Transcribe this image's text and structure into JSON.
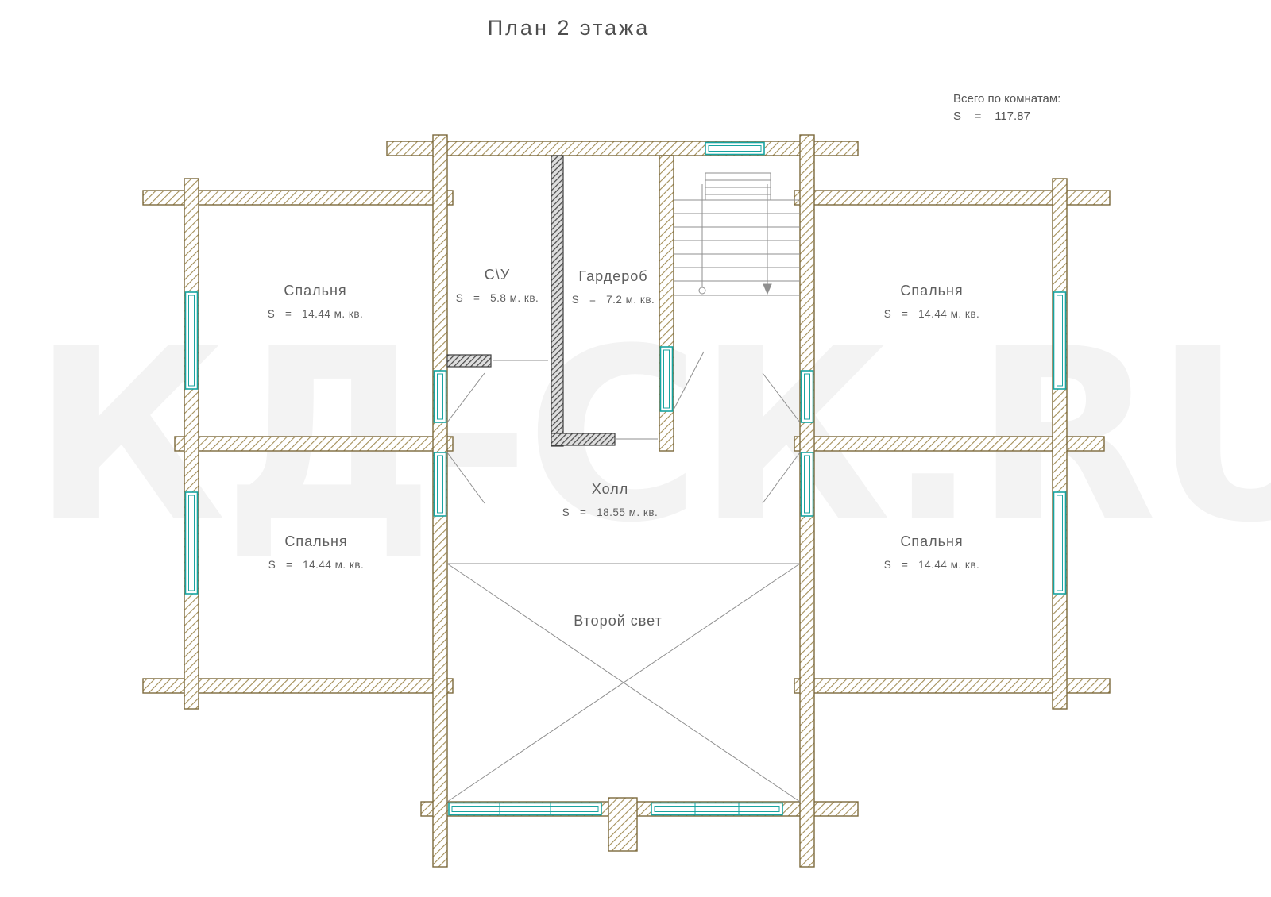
{
  "title": "План 2 этажа",
  "watermark": "КД-СК.RU",
  "summary": {
    "label": "Всего по комнатам:",
    "value": "S    =    117.87"
  },
  "rooms": [
    {
      "name": "Спальня",
      "area": "S   =   14.44 м. кв."
    },
    {
      "name": "С\\У",
      "area": "S   =   5.8 м. кв."
    },
    {
      "name": "Гардероб",
      "area": "S   =   7.2 м. кв."
    },
    {
      "name": "Спальня",
      "area": "S   =   14.44 м. кв."
    },
    {
      "name": "Холл",
      "area": "S   =   18.55 м. кв."
    },
    {
      "name": "Спальня",
      "area": "S   =   14.44 м. кв."
    },
    {
      "name": "Спальня",
      "area": "S   =   14.44 м. кв."
    },
    {
      "name": "Второй свет"
    }
  ],
  "colors": {
    "log_wall": "#7c693c",
    "window": "#17a4a1",
    "partition": "#3e3e3e",
    "text": "#5f5f5f"
  }
}
